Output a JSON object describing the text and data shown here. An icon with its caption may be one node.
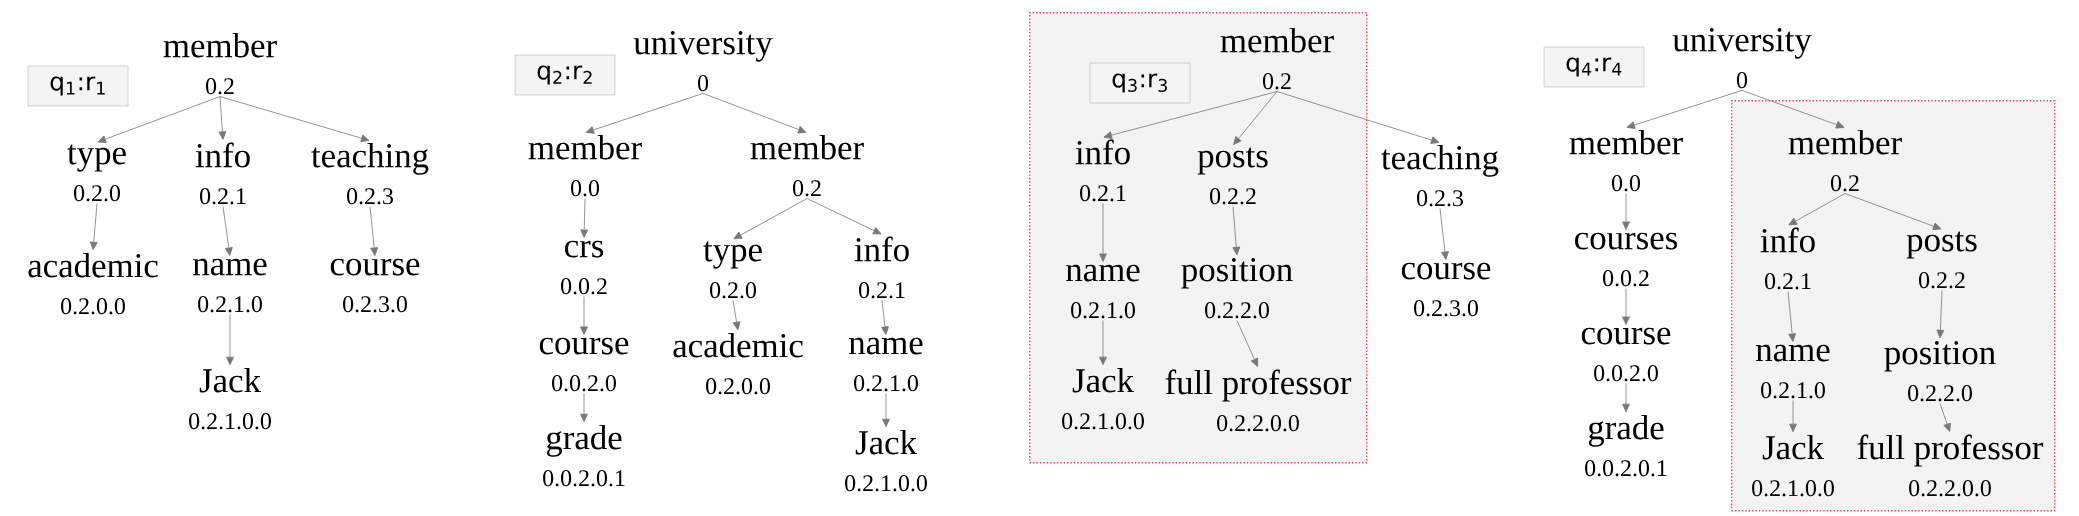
{
  "diagram": {
    "nodes": [
      {
        "text": [
          "q$_{1}$:r$_{1}$"
        ]
      },
      {
        "text": [
          "member",
          "0.2"
        ]
      },
      {
        "text": [
          "type",
          "0.2.0"
        ]
      },
      {
        "text": [
          "info",
          "0.2.1"
        ]
      },
      {
        "text": [
          "teaching",
          "0.2.3"
        ]
      },
      {
        "text": [
          "academic",
          "0.2.0.0"
        ]
      },
      {
        "text": [
          "name",
          "0.2.1.0"
        ]
      },
      {
        "text": [
          "course",
          "0.2.3.0"
        ]
      },
      {
        "text": [
          "Jack",
          "0.2.1.0.0"
        ]
      },
      {
        "text": [
          "q$_{2}$:r$_{2}$"
        ]
      },
      {
        "text": [
          "university",
          "0"
        ]
      },
      {
        "text": [
          "member",
          "0.0"
        ]
      },
      {
        "text": [
          "member",
          "0.2"
        ]
      },
      {
        "text": [
          "crs",
          "0.0.2"
        ]
      },
      {
        "text": [
          "type",
          "0.2.0"
        ]
      },
      {
        "text": [
          "info",
          "0.2.1"
        ]
      },
      {
        "text": [
          "course",
          "0.0.2.0"
        ]
      },
      {
        "text": [
          "academic",
          "0.2.0.0"
        ]
      },
      {
        "text": [
          "name",
          "0.2.1.0"
        ]
      },
      {
        "text": [
          "grade",
          "0.0.2.0.1"
        ]
      },
      {
        "text": [
          "Jack",
          "0.2.1.0.0"
        ]
      },
      {
        "text": [],
        "shape": "box"
      },
      {
        "text": [
          "q$_{3}$:r$_{3}$"
        ],
        "in": 21
      },
      {
        "text": [
          "member",
          "0.2"
        ],
        "in": 21
      },
      {
        "text": [
          "info",
          "0.2.1"
        ],
        "in": 21
      },
      {
        "text": [
          "posts",
          "0.2.2"
        ],
        "in": 21
      },
      {
        "text": [
          "teaching",
          "0.2.3"
        ]
      },
      {
        "text": [
          "name",
          "0.2.1.0"
        ],
        "in": 21
      },
      {
        "text": [
          "position",
          "0.2.2.0"
        ],
        "in": 21
      },
      {
        "text": [
          "course",
          "0.2.3.0"
        ]
      },
      {
        "text": [
          "Jack",
          "0.2.1.0.0"
        ],
        "in": 21
      },
      {
        "text": [
          "full professor",
          "0.2.2.0.0"
        ],
        "in": 21
      },
      {
        "text": [
          "q$_{4}$:r$_{4}$"
        ]
      },
      {
        "text": [
          "university",
          "0"
        ]
      },
      {
        "text": [
          "member",
          "0.0"
        ]
      },
      {
        "text": [],
        "shape": "box"
      },
      {
        "text": [
          "member",
          "0.2"
        ],
        "in": 35
      },
      {
        "text": [
          "courses",
          "0.0.2"
        ]
      },
      {
        "text": [
          "info",
          "0.2.1"
        ],
        "in": 35
      },
      {
        "text": [
          "posts",
          "0.2.2"
        ],
        "in": 35
      },
      {
        "text": [
          "course",
          "0.0.2.0"
        ]
      },
      {
        "text": [
          "name",
          "0.2.1.0"
        ],
        "in": 35
      },
      {
        "text": [
          "position",
          "0.2.2.0"
        ],
        "in": 35
      },
      {
        "text": [
          "grade",
          "0.0.2.0.1"
        ]
      },
      {
        "text": [
          "Jack",
          "0.2.1.0.0"
        ],
        "in": 35
      },
      {
        "text": [
          "full professor",
          "0.2.2.0.0"
        ],
        "in": 35
      }
    ],
    "edges": [
      {
        "from": 1,
        "to": 2,
        "arrow": "to"
      },
      {
        "from": 1,
        "to": 3,
        "arrow": "to"
      },
      {
        "from": 1,
        "to": 4,
        "arrow": "to"
      },
      {
        "from": 2,
        "to": 5,
        "arrow": "to"
      },
      {
        "from": 3,
        "to": 6,
        "arrow": "to"
      },
      {
        "from": 4,
        "to": 7,
        "arrow": "to"
      },
      {
        "from": 6,
        "to": 8,
        "arrow": "to"
      },
      {
        "from": 10,
        "to": 11,
        "arrow": "to"
      },
      {
        "from": 10,
        "to": 12,
        "arrow": "to"
      },
      {
        "from": 11,
        "to": 13,
        "arrow": "to"
      },
      {
        "from": 12,
        "to": 14,
        "arrow": "to"
      },
      {
        "from": 12,
        "to": 15,
        "arrow": "to"
      },
      {
        "from": 13,
        "to": 16,
        "arrow": "to"
      },
      {
        "from": 14,
        "to": 17,
        "arrow": "to"
      },
      {
        "from": 15,
        "to": 18,
        "arrow": "to"
      },
      {
        "from": 16,
        "to": 19,
        "arrow": "to"
      },
      {
        "from": 18,
        "to": 20,
        "arrow": "to"
      },
      {
        "from": 23,
        "to": 24,
        "arrow": "to"
      },
      {
        "from": 23,
        "to": 25,
        "arrow": "to"
      },
      {
        "from": 23,
        "to": 26,
        "arrow": "to"
      },
      {
        "from": 24,
        "to": 27,
        "arrow": "to"
      },
      {
        "from": 25,
        "to": 28,
        "arrow": "to"
      },
      {
        "from": 26,
        "to": 29,
        "arrow": "to"
      },
      {
        "from": 27,
        "to": 30,
        "arrow": "to"
      },
      {
        "from": 28,
        "to": 31,
        "arrow": "to"
      },
      {
        "from": 33,
        "to": 34,
        "arrow": "to"
      },
      {
        "from": 33,
        "to": 36,
        "arrow": "to"
      },
      {
        "from": 34,
        "to": 37,
        "arrow": "to"
      },
      {
        "from": 36,
        "to": 38,
        "arrow": "to"
      },
      {
        "from": 36,
        "to": 39,
        "arrow": "to"
      },
      {
        "from": 37,
        "to": 40,
        "arrow": "to"
      },
      {
        "from": 38,
        "to": 41,
        "arrow": "to"
      },
      {
        "from": 39,
        "to": 42,
        "arrow": "to"
      },
      {
        "from": 40,
        "to": 43,
        "arrow": "to"
      },
      {
        "from": 41,
        "to": 44,
        "arrow": "to"
      },
      {
        "from": 42,
        "to": 45,
        "arrow": "to"
      }
    ]
  }
}
